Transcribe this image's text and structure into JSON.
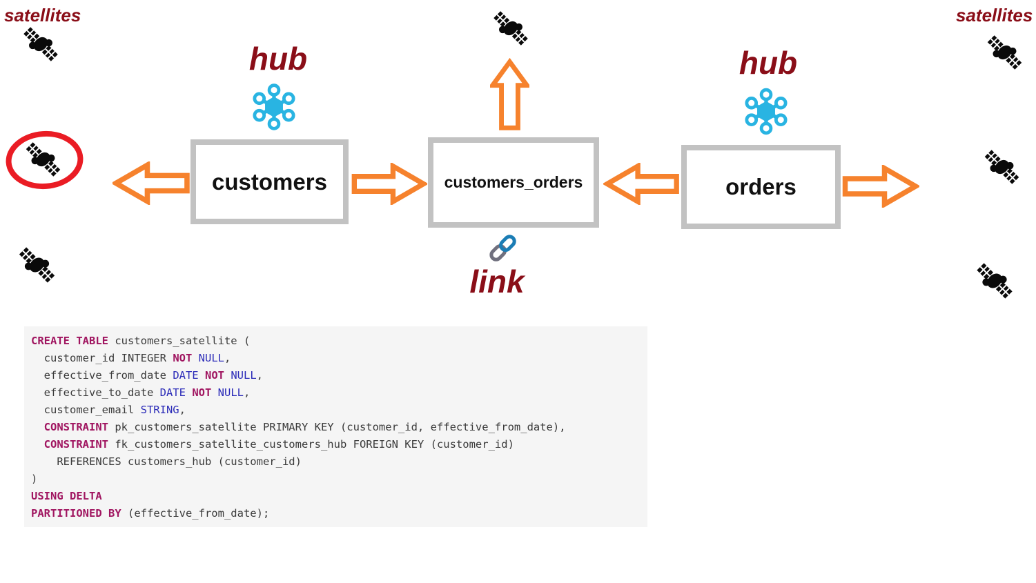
{
  "diagram": {
    "labels": {
      "satellites_left": "satellites",
      "satellites_right": "satellites",
      "hub_left": "hub",
      "hub_right": "hub",
      "link": "link"
    },
    "boxes": {
      "customers": "customers",
      "customers_orders": "customers_orders",
      "orders": "orders"
    },
    "icons": {
      "satellite": "satellite-icon",
      "hub": "hub-network-icon",
      "link": "chain-link-icon",
      "arrow": "block-arrow-icon",
      "highlight": "red-ellipse-highlight"
    }
  },
  "colors": {
    "label": "#8a0e18",
    "arrow": "#f6822d",
    "hub": "#29b4e2",
    "box_border": "#c2c2c2",
    "box_text": "#111111",
    "red_circle": "#ea1c24",
    "link_blue": "#1b7db5",
    "link_gray": "#70707e",
    "satellite": "#0a0a0a",
    "kw": "#a01560",
    "ty": "#2c2cb8",
    "pl": "#3a3a3a",
    "code_bg": "#f5f5f5"
  },
  "code": {
    "language": "sql",
    "lines": [
      [
        [
          "kw",
          "CREATE TABLE"
        ],
        [
          "pl",
          " customers_satellite ("
        ]
      ],
      [
        [
          "pl",
          "  customer_id INTEGER "
        ],
        [
          "kw",
          "NOT"
        ],
        [
          "pl",
          " "
        ],
        [
          "ty",
          "NULL"
        ],
        [
          "pl",
          ","
        ]
      ],
      [
        [
          "pl",
          "  effective_from_date "
        ],
        [
          "ty",
          "DATE"
        ],
        [
          "pl",
          " "
        ],
        [
          "kw",
          "NOT"
        ],
        [
          "pl",
          " "
        ],
        [
          "ty",
          "NULL"
        ],
        [
          "pl",
          ","
        ]
      ],
      [
        [
          "pl",
          "  effective_to_date "
        ],
        [
          "ty",
          "DATE"
        ],
        [
          "pl",
          " "
        ],
        [
          "kw",
          "NOT"
        ],
        [
          "pl",
          " "
        ],
        [
          "ty",
          "NULL"
        ],
        [
          "pl",
          ","
        ]
      ],
      [
        [
          "pl",
          "  customer_email "
        ],
        [
          "ty",
          "STRING"
        ],
        [
          "pl",
          ","
        ]
      ],
      [
        [
          "pl",
          "  "
        ],
        [
          "kw",
          "CONSTRAINT"
        ],
        [
          "pl",
          " pk_customers_satellite PRIMARY KEY (customer_id, effective_from_date),"
        ]
      ],
      [
        [
          "pl",
          "  "
        ],
        [
          "kw",
          "CONSTRAINT"
        ],
        [
          "pl",
          " fk_customers_satellite_customers_hub FOREIGN KEY (customer_id)"
        ]
      ],
      [
        [
          "pl",
          "    REFERENCES customers_hub (customer_id)"
        ]
      ],
      [
        [
          "pl",
          ")"
        ]
      ],
      [
        [
          "kw",
          "USING DELTA"
        ]
      ],
      [
        [
          "kw",
          "PARTITIONED BY"
        ],
        [
          "pl",
          " (effective_from_date);"
        ]
      ]
    ]
  }
}
